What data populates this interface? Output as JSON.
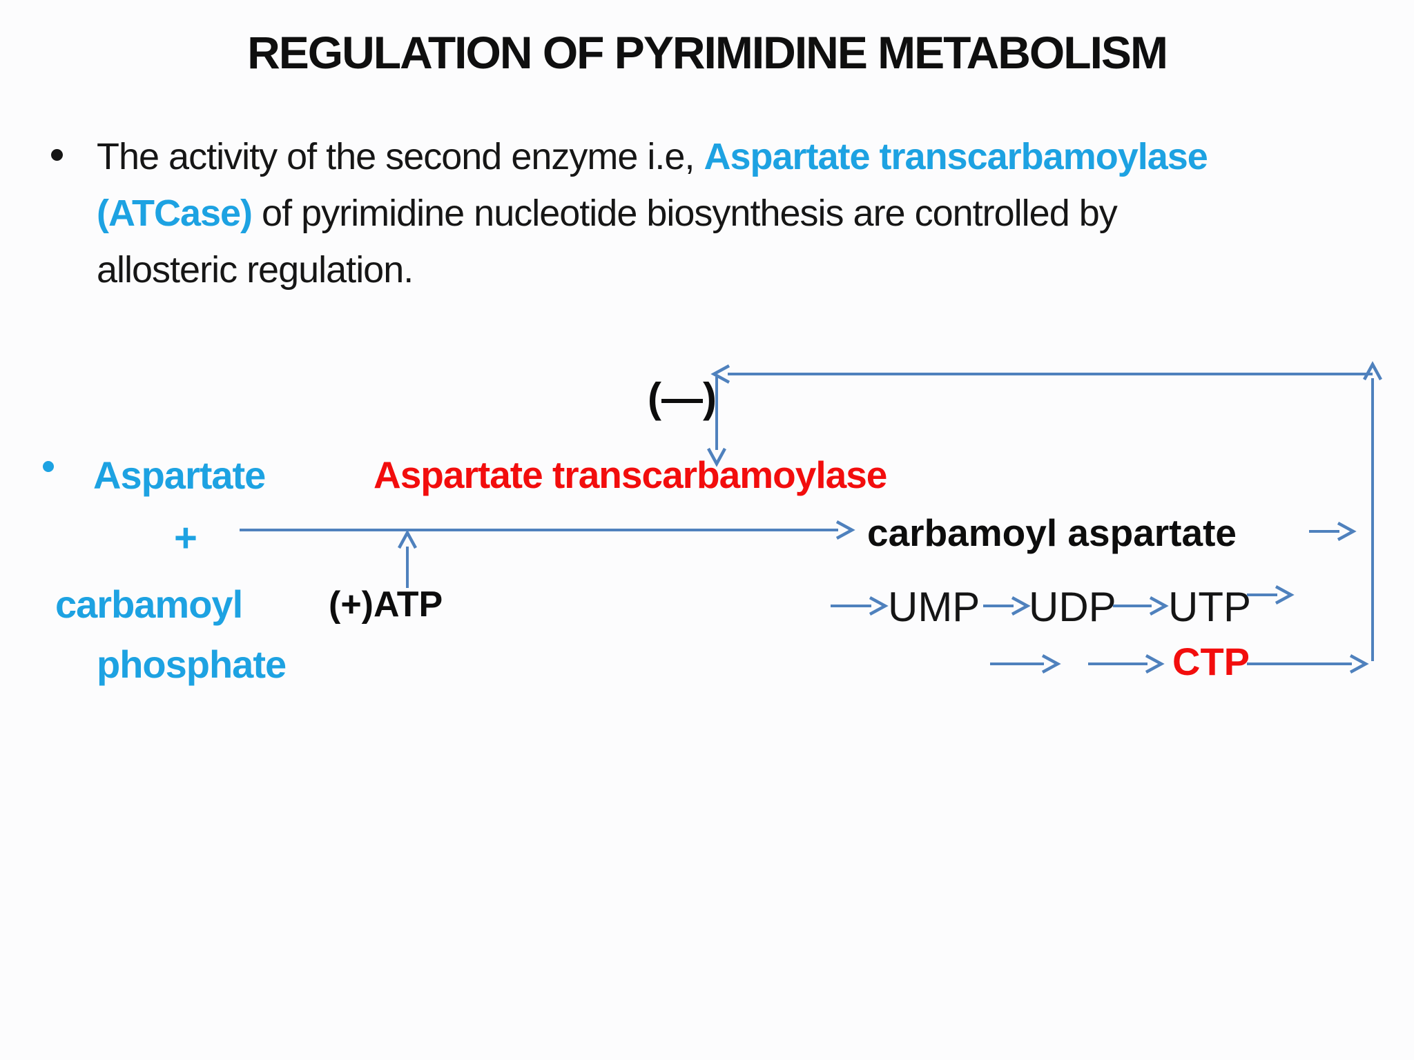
{
  "colors": {
    "text_black": "#141414",
    "accent_blue": "#1da2e2",
    "accent_red": "#f20d0d",
    "arrow_blue": "#4f81bd",
    "background": "#fcfcfd"
  },
  "title": "REGULATION OF PYRIMIDINE METABOLISM",
  "paragraph": {
    "line1_black": "The activity of the second enzyme i.e, ",
    "line1_blue": "Aspartate transcarbamoylase",
    "line2_blue": "(ATCase)",
    "line2_black": " of pyrimidine nucleotide biosynthesis are controlled by",
    "line3_black": "allosteric regulation."
  },
  "diagram": {
    "inhibition_sign": "(—)",
    "substrate_a": "Aspartate",
    "plus_sign": "+",
    "substrate_b_line1": "carbamoyl",
    "substrate_b_line2": "phosphate",
    "activator": "(+)ATP",
    "enzyme": "Aspartate transcarbamoylase",
    "product": "carbamoyl aspartate",
    "nucleotides": [
      "UMP",
      "UDP",
      "UTP"
    ],
    "end_product": "CTP"
  }
}
